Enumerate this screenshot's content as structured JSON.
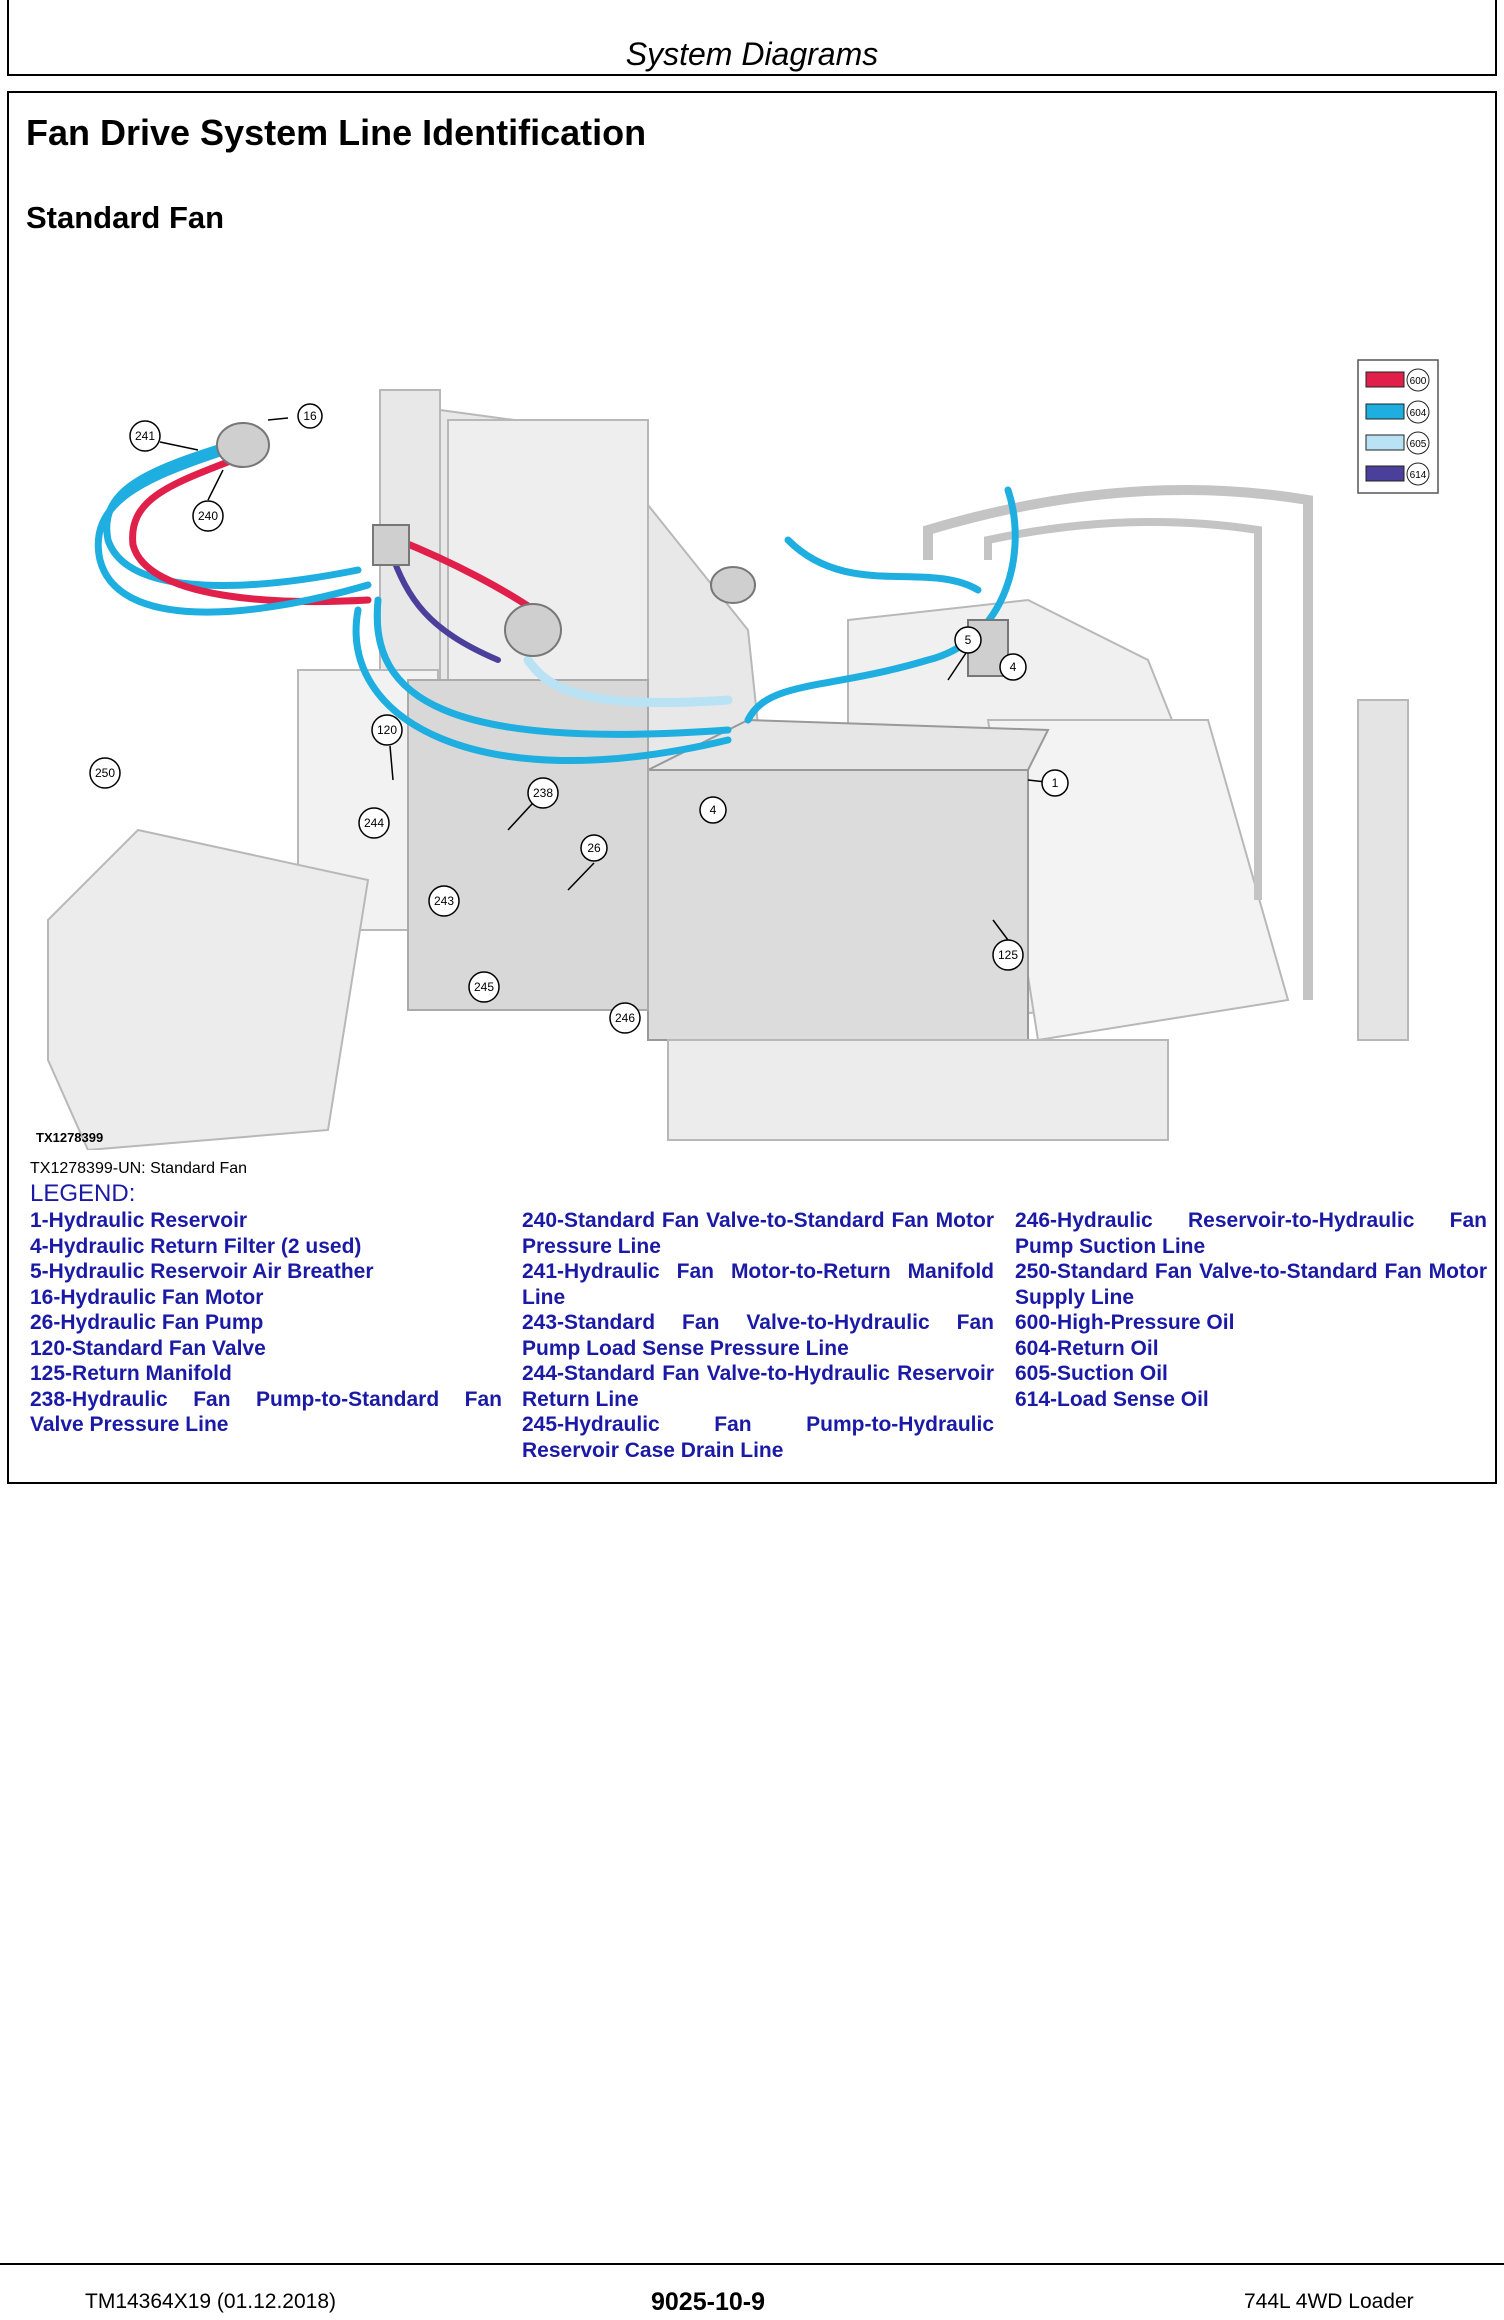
{
  "header": {
    "section_title": "System Diagrams"
  },
  "page_title": "Fan Drive System Line Identification",
  "subtitle": "Standard Fan",
  "figure": {
    "image_code": "TX1278399",
    "caption": "TX1278399-UN: Standard Fan",
    "callouts": [
      "1",
      "4",
      "4",
      "5",
      "16",
      "26",
      "120",
      "125",
      "238",
      "240",
      "241",
      "243",
      "244",
      "245",
      "246",
      "250"
    ],
    "color_key": [
      {
        "code": "600",
        "color": "#e0204a"
      },
      {
        "code": "604",
        "color": "#1eaee0"
      },
      {
        "code": "605",
        "color": "#b9e2f5"
      },
      {
        "code": "614",
        "color": "#4b3f9c"
      }
    ]
  },
  "legend": {
    "heading": "LEGEND:",
    "columns": [
      [
        "1-Hydraulic Reservoir",
        "4-Hydraulic Return Filter (2 used)",
        "5-Hydraulic Reservoir Air Breather",
        "16-Hydraulic Fan Motor",
        "26-Hydraulic Fan Pump",
        "120-Standard Fan Valve",
        "125-Return Manifold",
        "238-Hydraulic Fan Pump-to-Standard Fan Valve Pressure Line"
      ],
      [
        "240-Standard Fan Valve-to-Standard Fan Motor Pressure Line",
        "241-Hydraulic Fan Motor-to-Return Manifold Line",
        "243-Standard Fan Valve-to-Hydraulic Fan Pump Load Sense Pressure Line",
        "244-Standard Fan Valve-to-Hydraulic Reservoir Return Line",
        "245-Hydraulic Fan Pump-to-Hydraulic Reservoir Case Drain Line"
      ],
      [
        "246-Hydraulic Reservoir-to-Hydraulic Fan Pump Suction Line",
        "250-Standard Fan Valve-to-Standard Fan Motor Supply Line",
        "600-High-Pressure Oil",
        "604-Return Oil",
        "605-Suction Oil",
        "614-Load Sense Oil"
      ]
    ]
  },
  "footer": {
    "doc_id": "TM14364X19 (01.12.2018)",
    "page_number": "9025-10-9",
    "machine": "744L 4WD Loader"
  }
}
